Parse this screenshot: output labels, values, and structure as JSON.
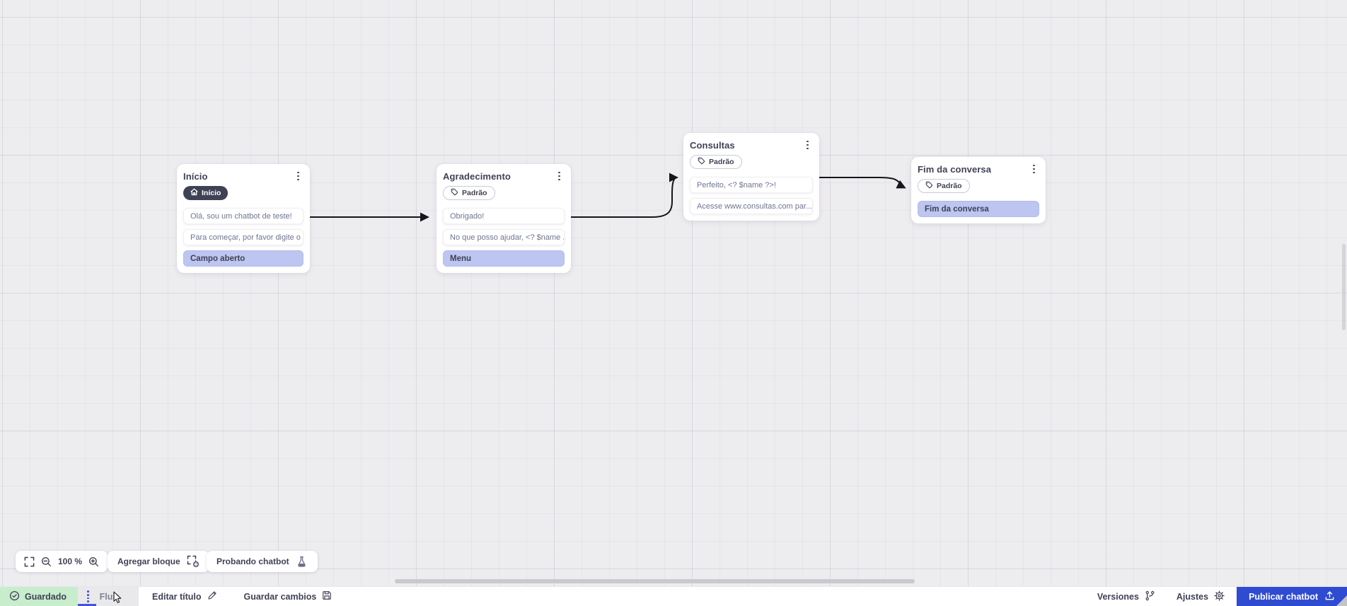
{
  "nodes": [
    {
      "title": "Início",
      "badge": {
        "label": "Início"
      },
      "items": [
        {
          "kind": "message",
          "text": "Olá, sou um chatbot de teste!"
        },
        {
          "kind": "message",
          "text": "Para começar, por favor digite o ..."
        },
        {
          "kind": "action",
          "text": "Campo aberto"
        }
      ]
    },
    {
      "title": "Agradecimento",
      "badge": {
        "label": "Padrão"
      },
      "items": [
        {
          "kind": "message",
          "text": "Obrigado!"
        },
        {
          "kind": "message",
          "text": "No que posso ajudar, <? $name ..."
        },
        {
          "kind": "action",
          "text": "Menu"
        }
      ]
    },
    {
      "title": "Consultas",
      "badge": {
        "label": "Padrão"
      },
      "items": [
        {
          "kind": "message",
          "text": "Perfeito, <? $name ?>!"
        },
        {
          "kind": "message",
          "text": "Acesse www.consultas.com par..."
        }
      ]
    },
    {
      "title": "Fim da conversa",
      "badge": {
        "label": "Padrão"
      },
      "items": [
        {
          "kind": "action",
          "text": "Fim da conversa"
        }
      ]
    }
  ],
  "canvas_toolbar": {
    "zoom_level": "100 %",
    "add_block_label": "Agregar bloque",
    "test_chatbot_label": "Probando chatbot"
  },
  "statusbar": {
    "saved_label": "Guardado",
    "flow_tab_label": "Fluir",
    "edit_title_label": "Editar título",
    "save_changes_label": "Guardar cambios",
    "versions_label": "Versiones",
    "settings_label": "Ajustes",
    "publish_label": "Publicar chatbot"
  },
  "colors": {
    "accent_blue": "#2e4bd1",
    "highlight_lavender": "#bdc5f1",
    "dark_slate": "#3f4254",
    "saved_green": "#c7edcd"
  }
}
